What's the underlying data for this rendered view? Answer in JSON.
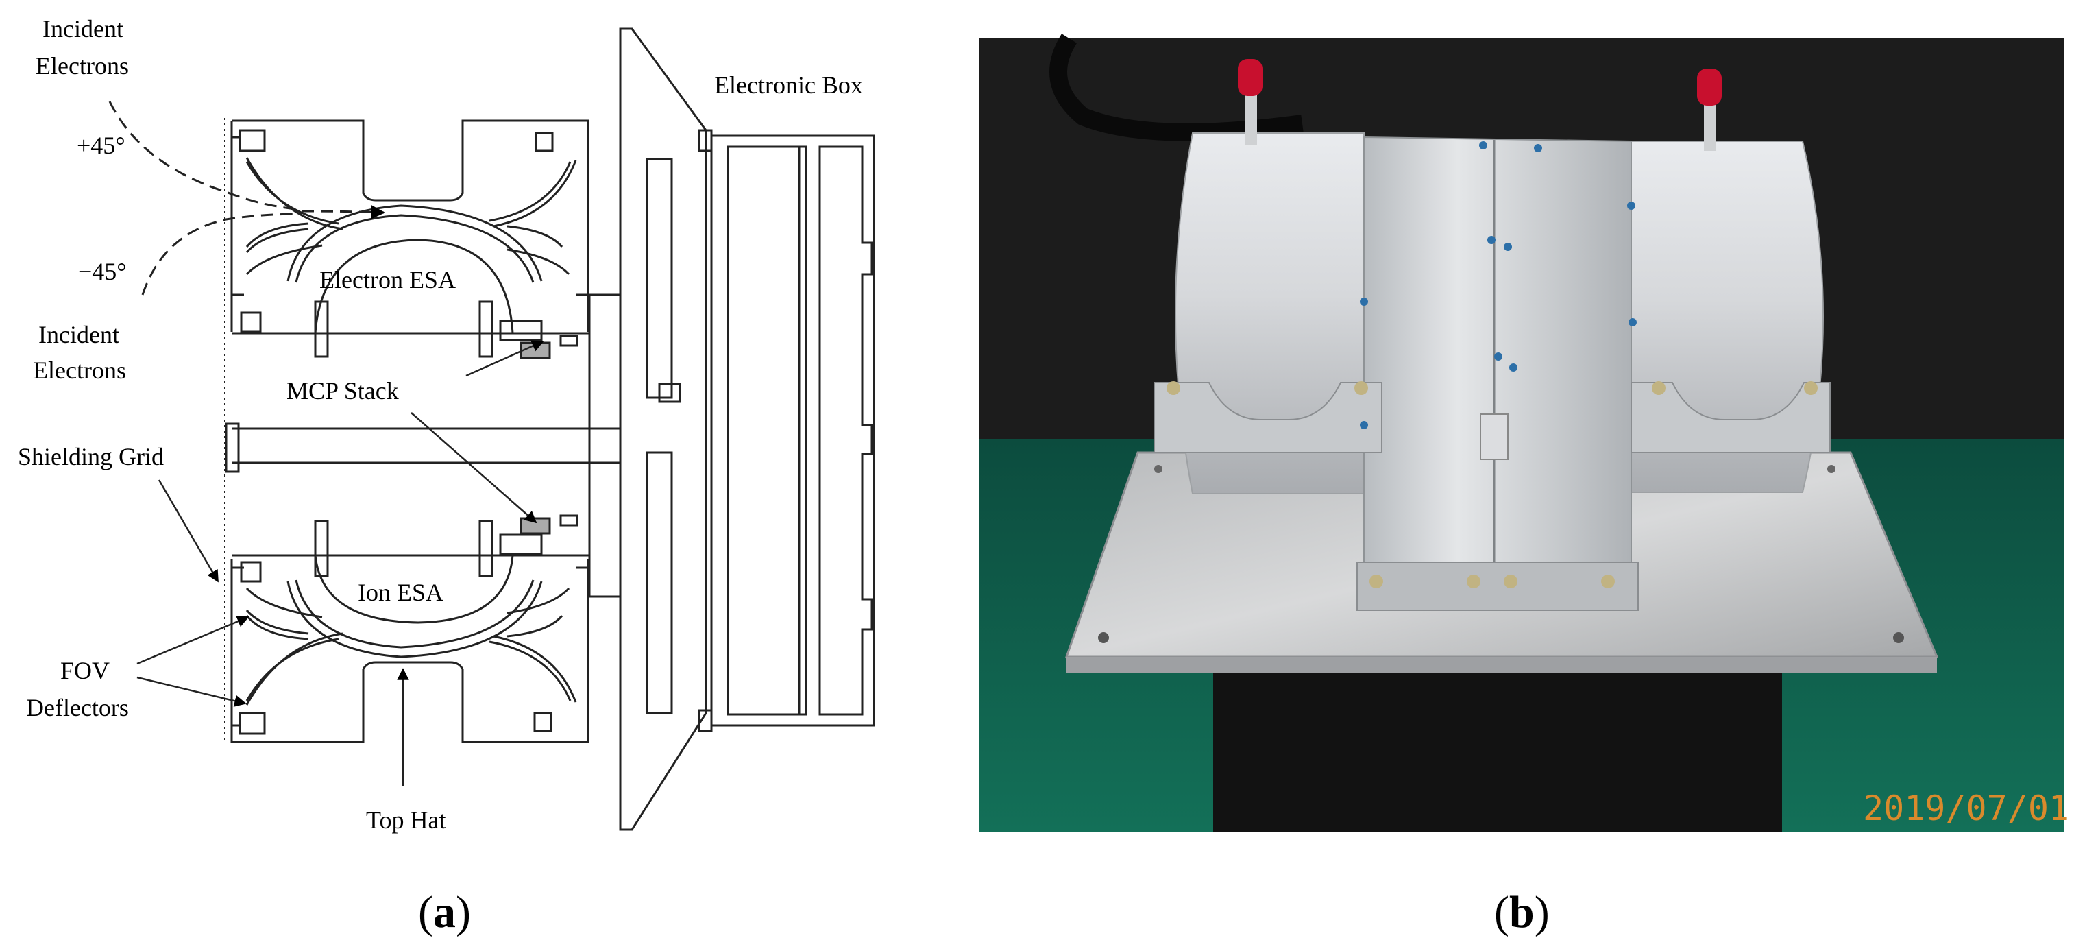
{
  "figure": {
    "panel_a": {
      "caption_open": "(",
      "caption_letter": "a",
      "caption_close": ")",
      "labels": {
        "incident_electrons_top_1": "Incident",
        "incident_electrons_top_2": "Electrons",
        "plus_45": "+45°",
        "minus_45": "−45°",
        "incident_electrons_bottom_1": "Incident",
        "incident_electrons_bottom_2": "Electrons",
        "electronic_box": "Electronic Box",
        "electron_esa": "Electron ESA",
        "mcp_stack": "MCP Stack",
        "shielding_grid": "Shielding Grid",
        "ion_esa": "Ion ESA",
        "fov_1": "FOV",
        "fov_2": "Deflectors",
        "top_hat": "Top Hat"
      }
    },
    "panel_b": {
      "caption_open": "(",
      "caption_letter": "b",
      "caption_close": ")",
      "date_stamp": "2019/07/01",
      "colors": {
        "background": "#1c1c1c",
        "table": "#0e5a49",
        "aluminum": "#d4d6d8",
        "stamp": "#d98a2c",
        "cap": "#c8102e"
      }
    }
  }
}
